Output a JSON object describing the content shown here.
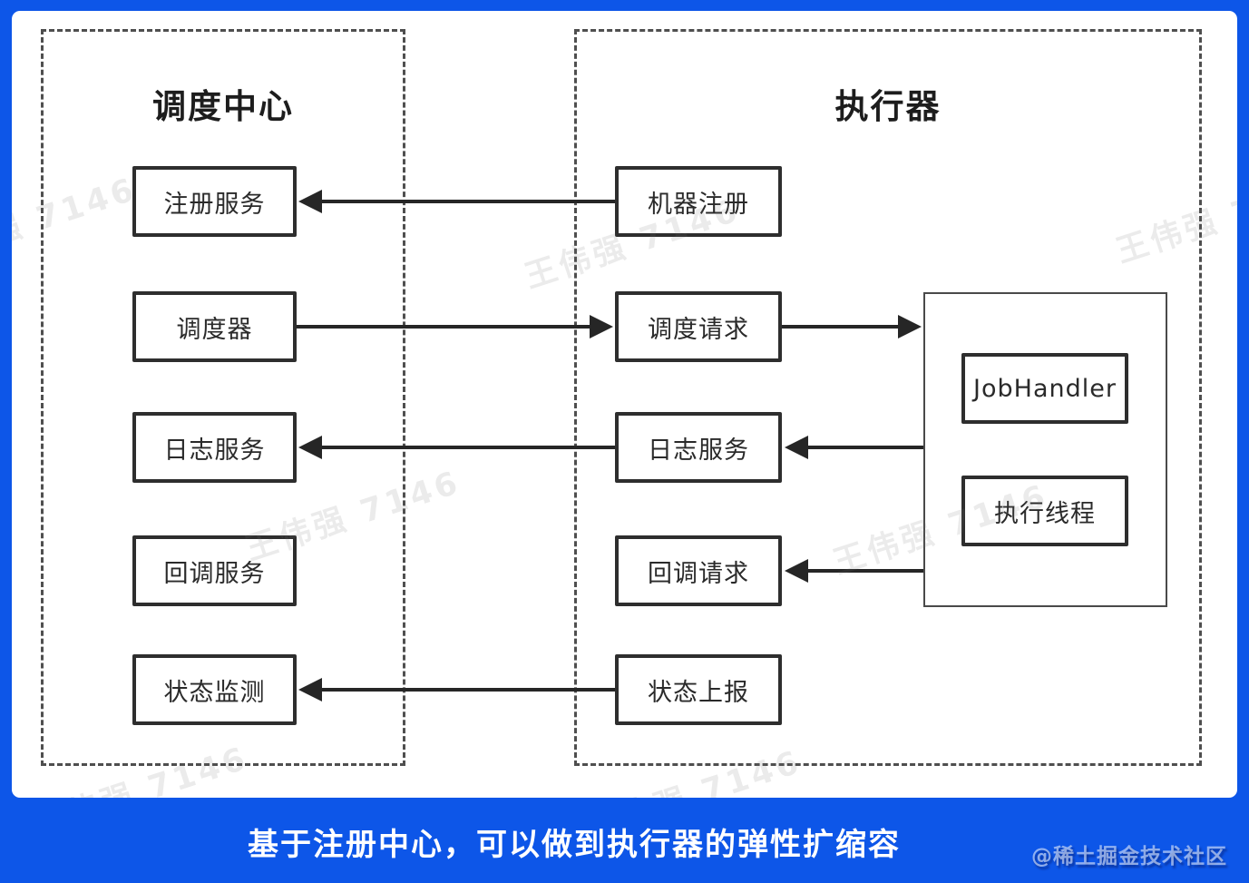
{
  "panel": {
    "dispatch_center": {
      "title": "调度中心",
      "nodes": [
        "注册服务",
        "调度器",
        "日志服务",
        "回调服务",
        "状态监测"
      ]
    },
    "executor": {
      "title": "执行器",
      "nodes": [
        "机器注册",
        "调度请求",
        "日志服务",
        "回调请求",
        "状态上报"
      ],
      "runtime": {
        "nodes": [
          "JobHandler",
          "执行线程"
        ]
      }
    }
  },
  "footer": {
    "caption": "基于注册中心，可以做到执行器的弹性扩缩容",
    "credit": "@稀土掘金技术社区"
  },
  "watermark_text": "王伟强 7146",
  "colors": {
    "frame_blue": "#0d56e8",
    "panel_white": "#ffffff",
    "box_border": "#2e2e2e",
    "dashed_border": "#4f4f4f",
    "arrow": "#262626",
    "caption_text": "#ffffff"
  }
}
